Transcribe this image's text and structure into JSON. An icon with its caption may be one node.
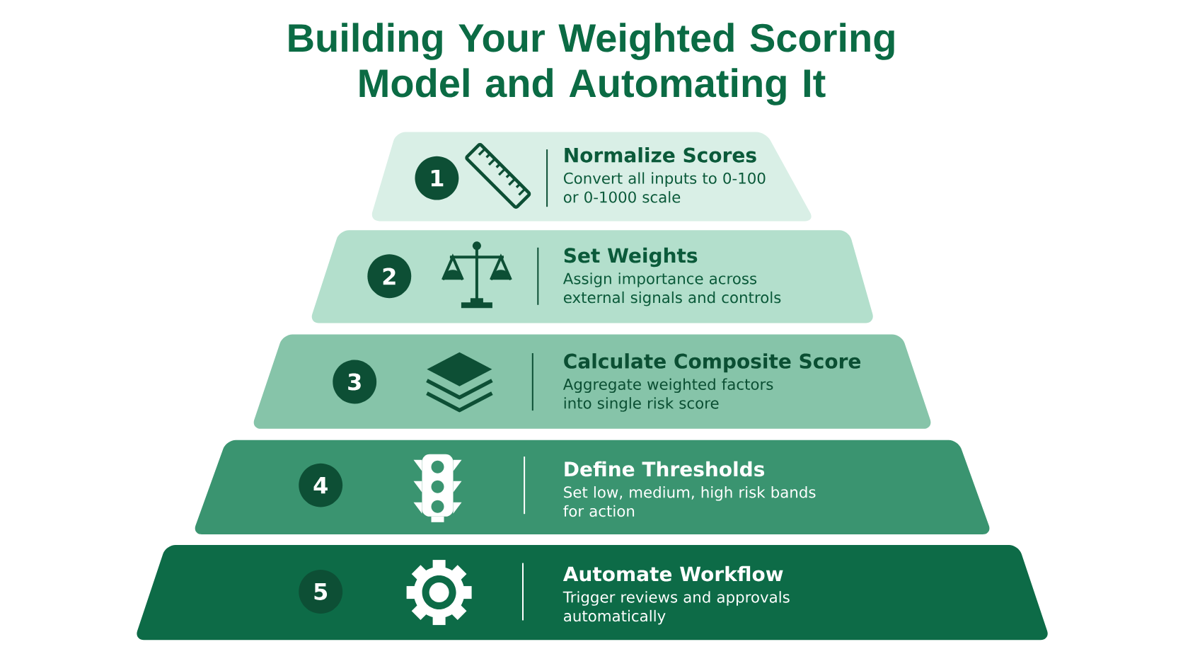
{
  "diagram": {
    "title": "Building Your Weighted Scoring Model and Automating It",
    "nodes": [
      {
        "text": [
          "Normalize Scores",
          "Convert all inputs to 0-100 or 0-1000 scale"
        ]
      },
      {
        "text": [
          "1"
        ],
        "in": 0
      },
      {
        "text": [
          "Set Weights",
          "Assign importance across external signals and controls"
        ]
      },
      {
        "text": [
          "2"
        ],
        "in": 2
      },
      {
        "text": [
          "Calculate Composite Score",
          "Aggregate weighted factors into single risk score"
        ]
      },
      {
        "text": [
          "3"
        ],
        "in": 4
      },
      {
        "text": [
          "Define Thresholds",
          "Set low, medium, high risk bands for action"
        ]
      },
      {
        "text": [
          "4"
        ],
        "in": 6
      },
      {
        "text": [
          "Automate Workflow",
          "Trigger reviews and approvals automatically"
        ]
      },
      {
        "text": [
          "5"
        ],
        "in": 8
      }
    ]
  }
}
